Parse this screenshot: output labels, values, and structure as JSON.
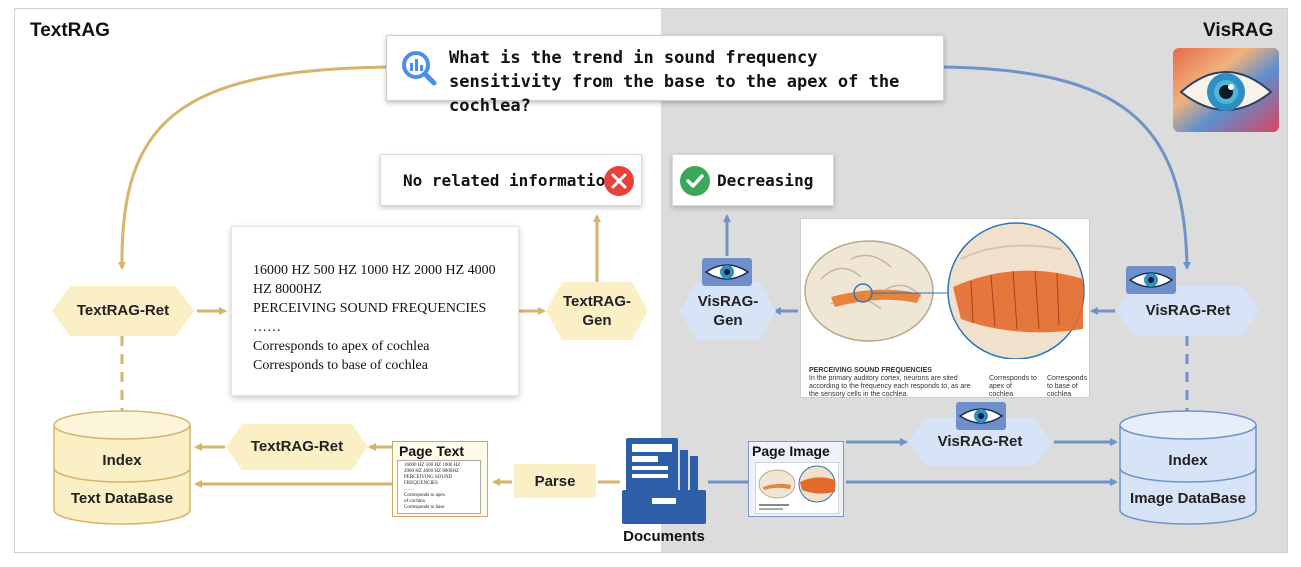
{
  "textrag_title": "TextRAG",
  "visrag_title": "VisRAG",
  "query": "What is the trend in sound frequency sensitivity from the base to the apex of the cochlea?",
  "answers": {
    "text_answer": "No related information",
    "vis_answer": "Decreasing"
  },
  "retrieved_text": {
    "line1": "16000 HZ 500 HZ 1000 HZ 2000 HZ 4000 HZ 8000HZ",
    "line2": "PERCEIVING SOUND FREQUENCIES",
    "line3": "……",
    "line4": "Corresponds to apex of cochlea",
    "line5": "Corresponds to base of cochlea"
  },
  "modules": {
    "textrag_ret": "TextRAG-Ret",
    "textrag_gen": "TextRAG-Gen",
    "visrag_ret": "VisRAG-Ret",
    "visrag_gen": "VisRAG-Gen",
    "parse": "Parse"
  },
  "databases": {
    "text_index": "Index",
    "text_db": "Text DataBase",
    "image_index": "Index",
    "image_db": "Image DataBase"
  },
  "page_text": {
    "title": "Page Text",
    "l1": "16000 HZ 500 HZ 1000 HZ",
    "l2": "2000 HZ 4000 HZ 8000HZ",
    "l3": "PERCEIVING SOUND",
    "l4": "FREQUENCIES",
    "l5": "……",
    "l6": "Corresponds to apex",
    "l7": "of cochlea",
    "l8": "Corresponds to base",
    "l9": "of cochlea"
  },
  "page_image_title": "Page Image",
  "documents_label": "Documents",
  "figure": {
    "heading": "PERCEIVING SOUND FREQUENCIES",
    "body": "In the primary auditory cortex, neurons are sited according to the frequency each responds to, as are the sensory cells in the cochlea.",
    "apex_label": "Corresponds to apex of cochlea",
    "base_label": "Corresponds to base of cochlea"
  },
  "colors": {
    "text_arrow": "#d4b56a",
    "vis_arrow": "#6f93c8",
    "text_fill": "#fbefc6",
    "vis_fill": "#d7e4f7",
    "gray_panel": "#dcdcdc",
    "error_red": "#e8403b",
    "check_green": "#3aa858"
  },
  "icons": [
    "search-icon",
    "error-icon",
    "check-icon",
    "eye-icon",
    "document-archive-icon"
  ]
}
